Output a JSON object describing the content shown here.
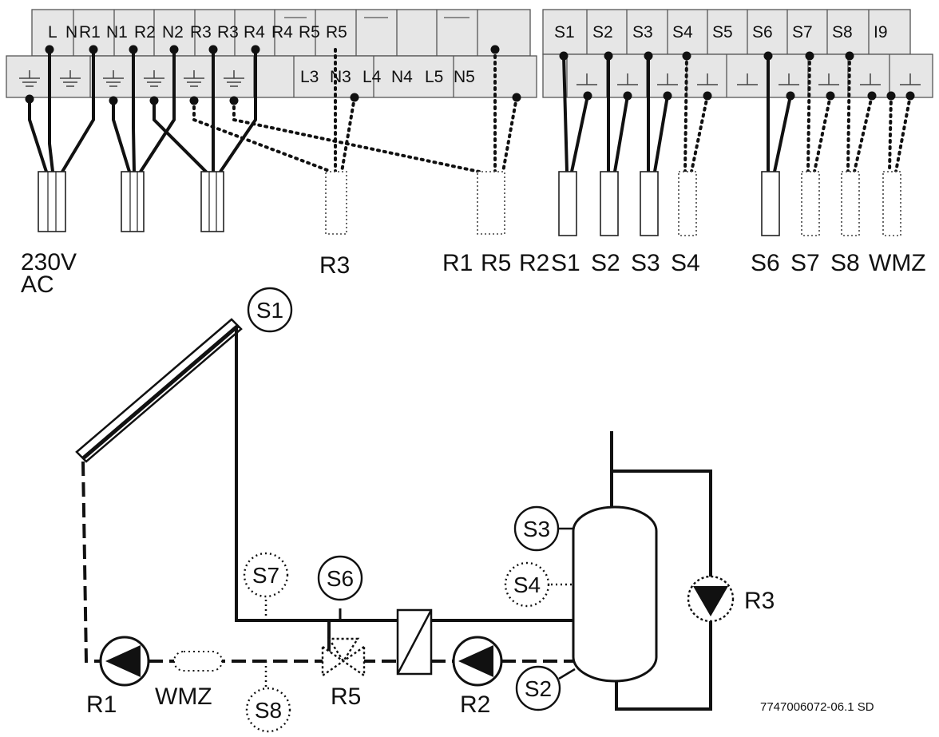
{
  "terminals": {
    "top_left": [
      "L",
      "N",
      "R1",
      "N1",
      "R2",
      "N2",
      "R3",
      "R3",
      "R4",
      "R4",
      "R5",
      "R5"
    ],
    "mid_left": [
      "L3",
      "N3",
      "L4",
      "N4",
      "L5",
      "N5"
    ],
    "top_right": [
      "S1",
      "S2",
      "S3",
      "S4",
      "S5",
      "S6",
      "S7",
      "S8",
      "I9"
    ]
  },
  "cable_labels": {
    "power_line1": "230V",
    "power_line2": "AC",
    "r3": "R3",
    "r1": "R1",
    "r5": "R5",
    "r2": "R2",
    "s1": "S1",
    "s2": "S2",
    "s3": "S3",
    "s4": "S4",
    "s6": "S6",
    "s7": "S7",
    "s8": "S8",
    "wmz": "WMZ"
  },
  "schematic": {
    "s1": "S1",
    "s2": "S2",
    "s3": "S3",
    "s4": "S4",
    "s6": "S6",
    "s7": "S7",
    "s8": "S8",
    "r1": "R1",
    "r2": "R2",
    "r3": "R3",
    "r5": "R5",
    "wmz": "WMZ"
  },
  "figure_code": "7747006072-06.1 SD"
}
